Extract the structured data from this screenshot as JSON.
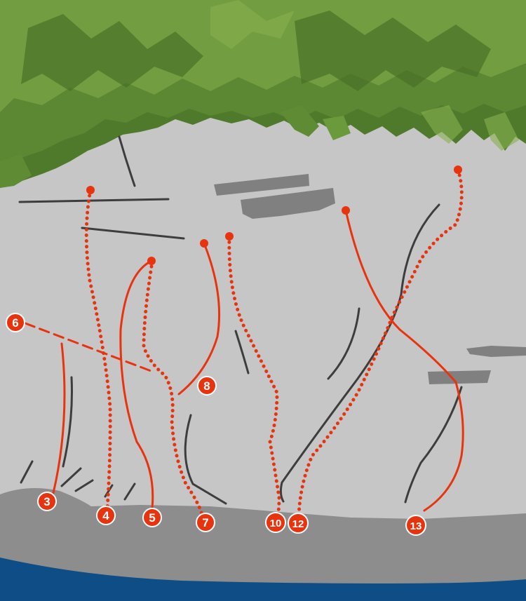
{
  "colors": {
    "wall": "#c6c6c6",
    "route": "#e8330f",
    "crack": "#3d3d3d",
    "ledge": "#808080",
    "ground": "#8d8d8d",
    "water": "#0f4d86",
    "foliage_dark": "#4f7a2c",
    "foliage_mid": "#5f8b35",
    "foliage_light": "#7aa445"
  },
  "routes": [
    {
      "id": "r3",
      "label": "3",
      "line_style": "solid"
    },
    {
      "id": "r4",
      "label": "4",
      "line_style": "dotted"
    },
    {
      "id": "r5",
      "label": "5",
      "line_style": "solid"
    },
    {
      "id": "r6",
      "label": "6",
      "line_style": "dashed"
    },
    {
      "id": "r7",
      "label": "7",
      "line_style": "dotted"
    },
    {
      "id": "r8",
      "label": "8",
      "line_style": "solid"
    },
    {
      "id": "r10",
      "label": "10",
      "line_style": "dotted"
    },
    {
      "id": "r12",
      "label": "12",
      "line_style": "dotted"
    },
    {
      "id": "r13",
      "label": "13",
      "line_style": "solid"
    }
  ]
}
